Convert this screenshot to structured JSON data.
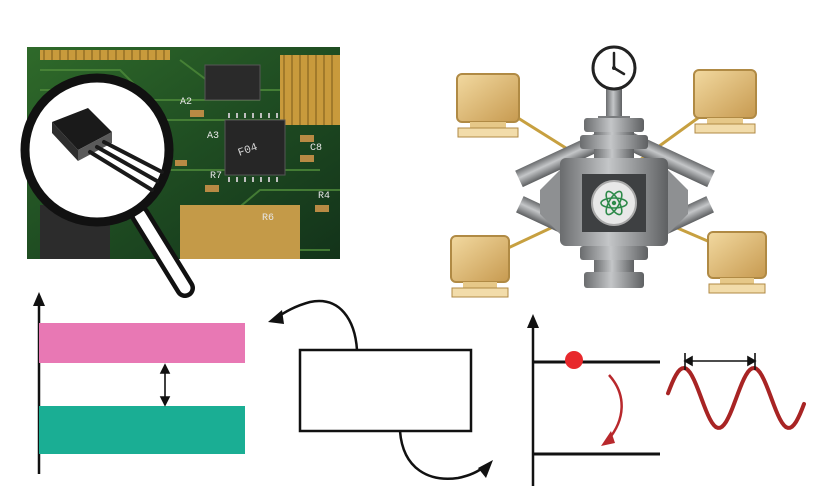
{
  "circuit_photo": {
    "chip_labels": [
      "A2",
      "A3",
      "R7",
      "R6",
      "C8",
      "R4"
    ],
    "ic_marking": "F04",
    "magnified_component": "transistor-icon"
  },
  "atomic_clock": {
    "terminal_count": 4,
    "center_icon": "atom-icon",
    "top_icon": "clock-icon"
  },
  "band_diagram": {
    "upper_band_color": "#e878b4",
    "lower_band_color": "#1aae94"
  },
  "transition_diagram": {
    "electron_color": "#e8282c",
    "arrow_color": "#b8282c",
    "wave_color": "#a82424"
  },
  "colors": {
    "board_green": "#1f4d22",
    "chamber_gray": "#8a8c8e",
    "monitor_tan": "#d8b878"
  }
}
